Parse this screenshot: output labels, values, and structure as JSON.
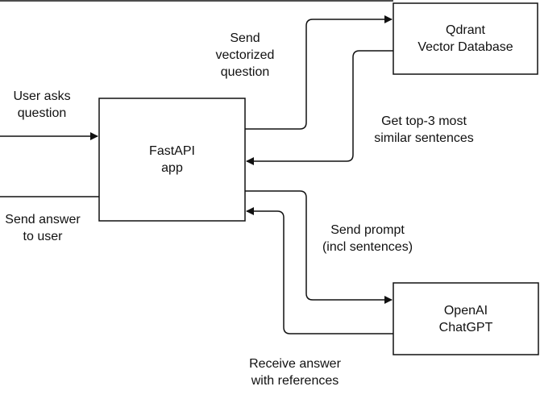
{
  "nodes": {
    "fastapi": {
      "line1": "FastAPI",
      "line2": "app"
    },
    "qdrant": {
      "line1": "Qdrant",
      "line2": "Vector Database"
    },
    "openai": {
      "line1": "OpenAI",
      "line2": "ChatGPT"
    }
  },
  "edges": {
    "user_asks": {
      "line1": "User asks",
      "line2": "question"
    },
    "send_answer": {
      "line1": "Send answer",
      "line2": "to user"
    },
    "send_vectorized": {
      "line1": "Send",
      "line2": "vectorized",
      "line3": "question"
    },
    "get_top3": {
      "line1": "Get top-3 most",
      "line2": "similar sentences"
    },
    "send_prompt": {
      "line1": "Send prompt",
      "line2": "(incl sentences)"
    },
    "receive_answer": {
      "line1": "Receive answer",
      "line2": "with references"
    }
  },
  "colors": {
    "stroke": "#111111",
    "background": "#ffffff"
  }
}
